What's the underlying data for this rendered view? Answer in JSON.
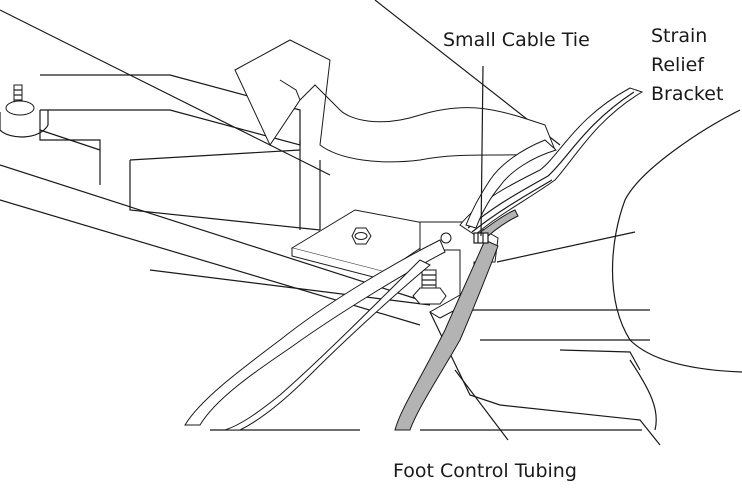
{
  "labels": {
    "small_cable_tie": "Small Cable Tie",
    "strain_relief_line1": "Strain",
    "strain_relief_line2": "Relief",
    "strain_relief_line3": "Bracket",
    "foot_control_tubing": "Foot Control Tubing"
  }
}
